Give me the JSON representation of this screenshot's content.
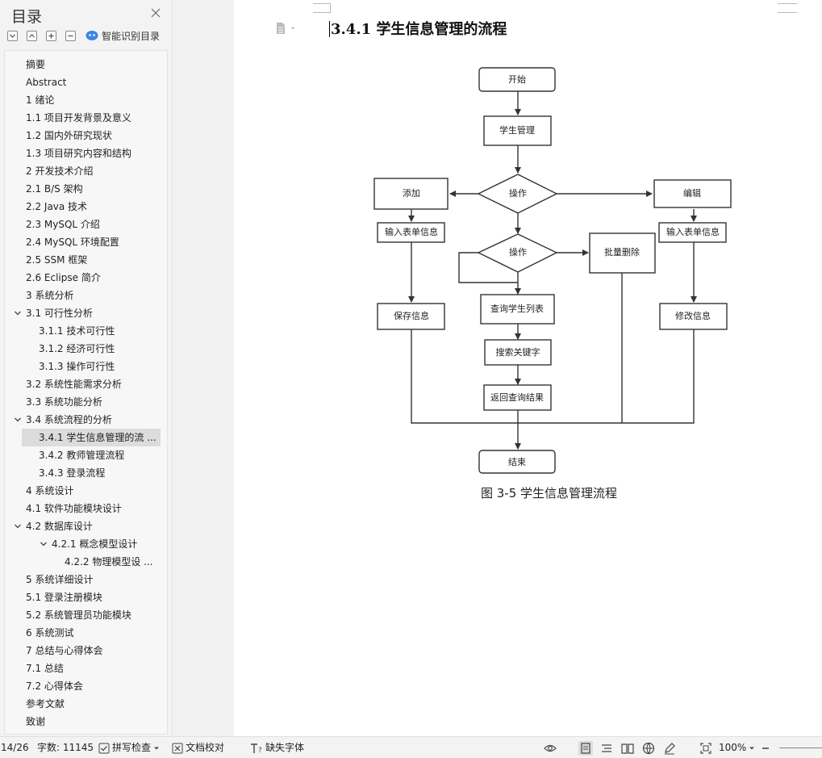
{
  "sidebar": {
    "title": "目录",
    "smart_toc_label": "智能识别目录",
    "items": [
      {
        "label": "摘要",
        "level": 1
      },
      {
        "label": "Abstract",
        "level": 1
      },
      {
        "label": "1 绪论",
        "level": 1
      },
      {
        "label": "1.1 项目开发背景及意义",
        "level": 1
      },
      {
        "label": "1.2 国内外研究现状",
        "level": 1
      },
      {
        "label": "1.3 项目研究内容和结构",
        "level": 1
      },
      {
        "label": "2 开发技术介绍",
        "level": 1
      },
      {
        "label": "2.1 B/S 架构",
        "level": 1
      },
      {
        "label": "2.2 Java 技术",
        "level": 1
      },
      {
        "label": "2.3 MySQL 介绍",
        "level": 1
      },
      {
        "label": "2.4 MySQL 环境配置",
        "level": 1
      },
      {
        "label": "2.5 SSM 框架",
        "level": 1
      },
      {
        "label": "2.6 Eclipse 简介",
        "level": 1
      },
      {
        "label": "3 系统分析",
        "level": 1
      },
      {
        "label": "3.1 可行性分析",
        "level": 1,
        "expanded": true
      },
      {
        "label": "3.1.1 技术可行性",
        "level": 2
      },
      {
        "label": "3.1.2 经济可行性",
        "level": 2
      },
      {
        "label": "3.1.3 操作可行性",
        "level": 2
      },
      {
        "label": "3.2 系统性能需求分析",
        "level": 1
      },
      {
        "label": "3.3 系统功能分析",
        "level": 1
      },
      {
        "label": "3.4 系统流程的分析",
        "level": 1,
        "expanded": true
      },
      {
        "label": "3.4.1 学生信息管理的流 ...",
        "level": 2,
        "selected": true
      },
      {
        "label": "3.4.2 教师管理流程",
        "level": 2
      },
      {
        "label": "3.4.3 登录流程",
        "level": 2
      },
      {
        "label": "4 系统设计",
        "level": 1
      },
      {
        "label": "4.1 软件功能模块设计",
        "level": 1
      },
      {
        "label": "4.2 数据库设计",
        "level": 1,
        "expanded": true
      },
      {
        "label": "4.2.1 概念模型设计",
        "level": 3,
        "expanded": true
      },
      {
        "label": "4.2.2 物理模型设 ...",
        "level": 4
      },
      {
        "label": "5 系统详细设计",
        "level": 1
      },
      {
        "label": "5.1 登录注册模块",
        "level": 1
      },
      {
        "label": "5.2 系统管理员功能模块",
        "level": 1
      },
      {
        "label": "6 系统测试",
        "level": 1
      },
      {
        "label": "7 总结与心得体会",
        "level": 1
      },
      {
        "label": "7.1 总结",
        "level": 1
      },
      {
        "label": "7.2 心得体会",
        "level": 1
      },
      {
        "label": "参考文献",
        "level": 1
      },
      {
        "label": "致谢",
        "level": 1
      }
    ]
  },
  "document": {
    "heading": "3.4.1  学生信息管理的流程",
    "caption": "图 3-5 学生信息管理流程",
    "flowchart": {
      "nodes": {
        "start": "开始",
        "student_mgmt": "学生管理",
        "op1": "操作",
        "add": "添加",
        "edit": "编辑",
        "input_left": "输入表单信息",
        "input_right": "输入表单信息",
        "op2": "操作",
        "batch_delete": "批量删除",
        "save": "保存信息",
        "query_list": "查询学生列表",
        "modify": "修改信息",
        "search_kw": "搜索关键字",
        "return_result": "返回查询结果",
        "end": "结束"
      }
    }
  },
  "statusbar": {
    "page": "14/26",
    "word_count": "字数: 11145",
    "spell_check": "拼写检查",
    "proofread": "文档校对",
    "missing_font": "缺失字体",
    "zoom": "100%"
  }
}
